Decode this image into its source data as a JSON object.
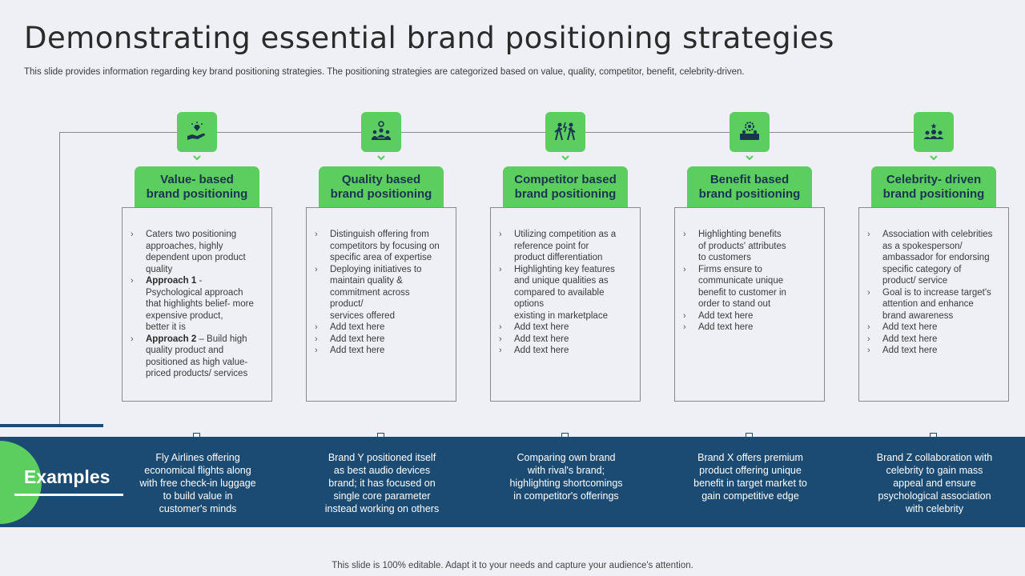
{
  "title": "Demonstrating essential brand positioning strategies",
  "subtitle": "This slide provides information regarding key brand positioning strategies. The positioning strategies are categorized based on value, quality, competitor, benefit, celebrity-driven.",
  "colors": {
    "accent_green": "#5cce60",
    "band_blue": "#1b4a73",
    "background": "#eef0f5"
  },
  "examples_label": "Examples",
  "footer": "This slide is 100% editable. Adapt it to your needs and capture your audience's attention.",
  "strategies": [
    {
      "icon": "hand-diamond-icon",
      "heading": "Value- based\nbrand positioning",
      "bullets": [
        {
          "text": "Caters two positioning\napproaches, highly\ndependent upon product\nquality"
        },
        {
          "bold": "Approach 1",
          "text": " -\nPsychological approach\nthat highlights belief- more\nexpensive product,\nbetter it is"
        },
        {
          "bold": "Approach 2",
          "text": " – Build high\nquality product and\npositioned as high value-\npriced products/ services"
        }
      ],
      "example": "Fly Airlines offering\neconomical flights along\nwith free check-in luggage\nto build value in\ncustomer's minds"
    },
    {
      "icon": "group-award-icon",
      "heading": "Quality based\nbrand positioning",
      "bullets": [
        {
          "text": "Distinguish offering from\ncompetitors by focusing on\nspecific area of expertise"
        },
        {
          "text": "Deploying initiatives to\nmaintain quality &\ncommitment across\nproduct/\nservices offered"
        },
        {
          "text": "Add text here"
        },
        {
          "text": "Add text here"
        },
        {
          "text": "Add text here"
        }
      ],
      "example": "Brand Y positioned itself\nas best audio devices\nbrand; it has focused on\nsingle core parameter\ninstead working on others"
    },
    {
      "icon": "competition-icon",
      "heading": "Competitor based\nbrand positioning",
      "bullets": [
        {
          "text": "Utilizing competition as a\nreference point for\nproduct differentiation"
        },
        {
          "text": "Highlighting key features\nand unique qualities as\ncompared to available\noptions\nexisting in marketplace"
        },
        {
          "text": "Add text here"
        },
        {
          "text": "Add text here"
        },
        {
          "text": "Add text here"
        }
      ],
      "example": "Comparing own brand\nwith rival's brand;\nhighlighting shortcomings\nin competitor's offerings"
    },
    {
      "icon": "benefit-gear-people-icon",
      "heading": "Benefit based\nbrand positioning",
      "bullets": [
        {
          "text": "Highlighting benefits\nof products' attributes\nto customers"
        },
        {
          "text": "Firms ensure to\ncommunicate unique\nbenefit to customer in\norder to stand out"
        },
        {
          "text": "Add text here"
        },
        {
          "text": "Add text here"
        }
      ],
      "example": "Brand X offers premium\nproduct offering unique\nbenefit in target market to\ngain competitive edge"
    },
    {
      "icon": "celebrity-audience-icon",
      "heading": "Celebrity- driven\nbrand positioning",
      "bullets": [
        {
          "text": "Association with celebrities\nas a spokesperson/\nambassador for endorsing\nspecific category of\nproduct/ service"
        },
        {
          "text": "Goal is to increase target's\nattention and enhance\nbrand awareness"
        },
        {
          "text": "Add text here"
        },
        {
          "text": "Add text here"
        },
        {
          "text": "Add text here"
        }
      ],
      "example": "Brand Z collaboration with\ncelebrity to gain mass\nappeal and ensure\npsychological association\nwith celebrity"
    }
  ]
}
